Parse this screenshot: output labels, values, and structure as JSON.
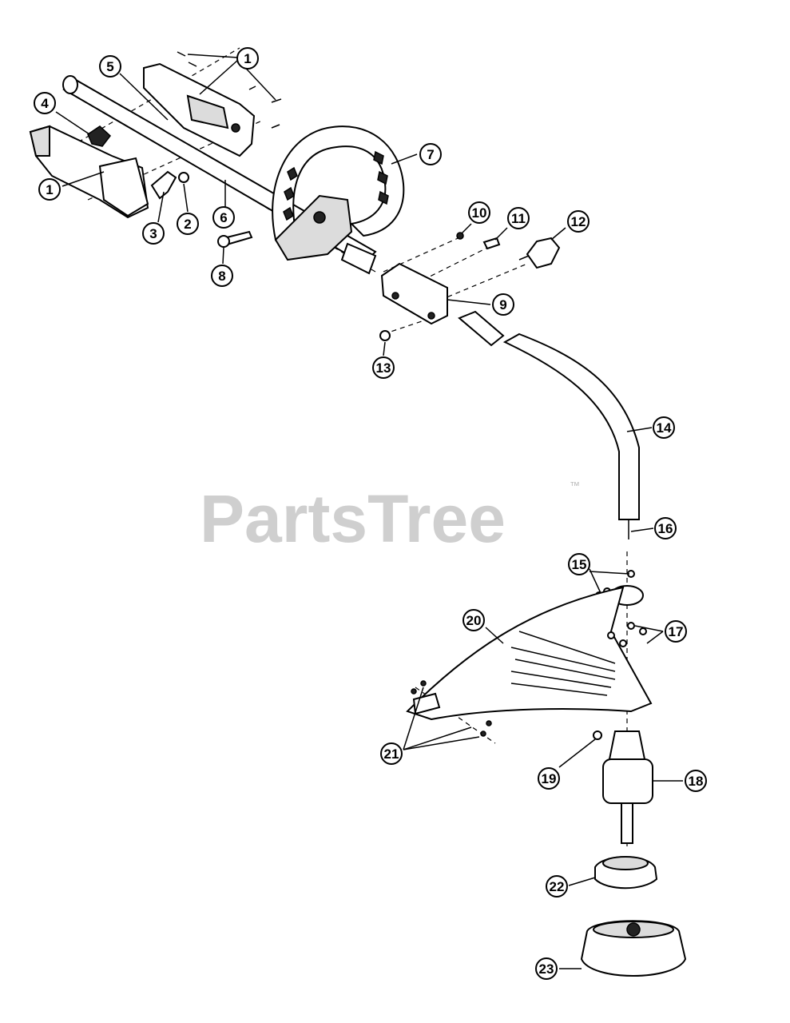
{
  "watermark": {
    "text": "PartsTree",
    "trademark": "™"
  },
  "callouts": {
    "c1a": "1",
    "c1b": "1",
    "c2": "2",
    "c3": "3",
    "c4": "4",
    "c5": "5",
    "c6": "6",
    "c7": "7",
    "c8": "8",
    "c9": "9",
    "c10": "10",
    "c11": "11",
    "c12": "12",
    "c13": "13",
    "c14": "14",
    "c15": "15",
    "c16": "16",
    "c17": "17",
    "c18": "18",
    "c19": "19",
    "c20": "20",
    "c21": "21",
    "c22": "22",
    "c23": "23"
  },
  "colors": {
    "line": "#000000",
    "watermark": "#cfcfcf",
    "background": "#ffffff"
  }
}
